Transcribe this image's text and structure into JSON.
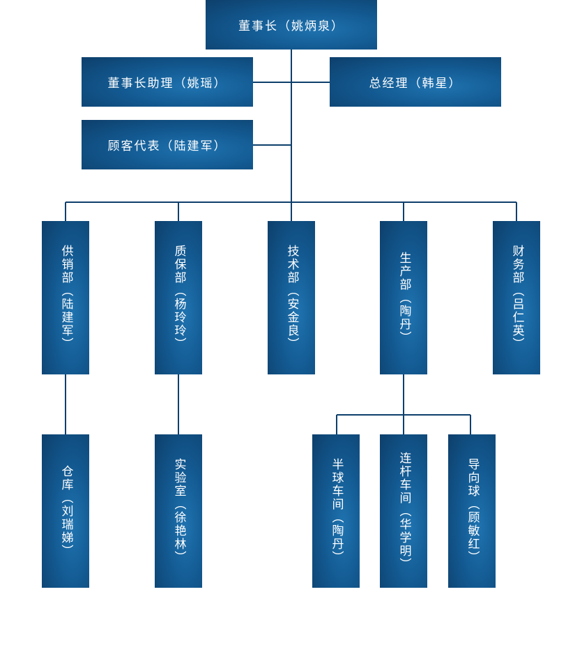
{
  "org_chart": {
    "chairman": "董事长（姚炳泉）",
    "assistant": "董事长助理（姚瑶）",
    "customer_rep": "顾客代表（陆建军）",
    "general_manager": "总经理（韩星）",
    "departments": {
      "supply_sales": "供销部（陆建军）",
      "quality": "质保部（杨玲玲）",
      "technology": "技术部（安金良）",
      "production": "生产部（陶丹）",
      "finance": "财务部（吕仁英）"
    },
    "sub_units": {
      "warehouse": "仓库（刘瑞娣）",
      "laboratory": "实验室（徐艳林）",
      "half_shaft_workshop": "半球车间（陶丹）",
      "connecting_rod_workshop": "连杆车间（华学明）",
      "guide_ball": "导向球（顾敏红）"
    }
  }
}
